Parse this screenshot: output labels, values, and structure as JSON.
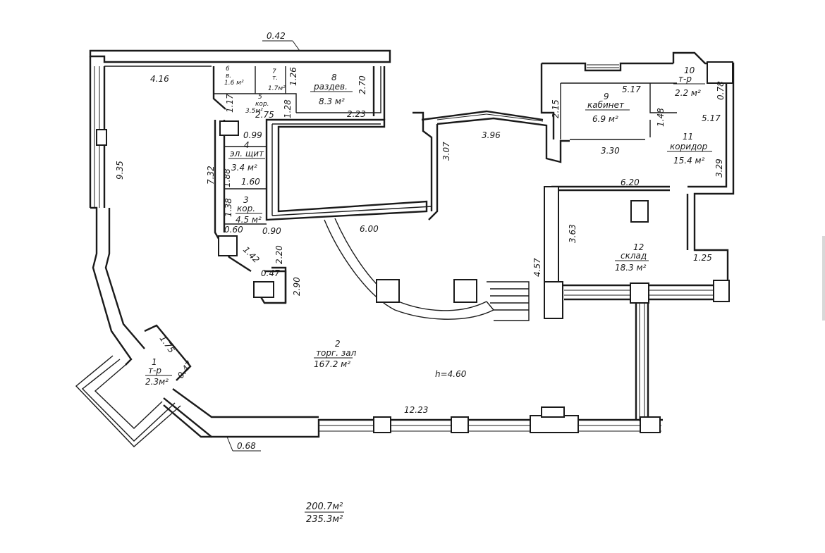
{
  "plan": {
    "rooms": [
      {
        "id": "1",
        "name": "т-р",
        "area": "2.3м²"
      },
      {
        "id": "2",
        "name": "торг. зал",
        "area": "167.2 м²"
      },
      {
        "id": "3",
        "name": "кор.",
        "area": "4.5 м²"
      },
      {
        "id": "4",
        "name": "эл. щит",
        "area": "3.4 м²"
      },
      {
        "id": "5",
        "name": "кор.",
        "area": "3.5м²"
      },
      {
        "id": "6",
        "name": "в.",
        "area": "1.6 м²"
      },
      {
        "id": "7",
        "name": "т.",
        "area": "1.7м²"
      },
      {
        "id": "8",
        "name": "раздев.",
        "area": "8.3 м²"
      },
      {
        "id": "9",
        "name": "кабинет",
        "area": "6.9 м²"
      },
      {
        "id": "10",
        "name": "т-р",
        "area": "2.2 м²"
      },
      {
        "id": "11",
        "name": "коридор",
        "area": "15.4 м²"
      },
      {
        "id": "12",
        "name": "склад",
        "area": "18.3 м²"
      }
    ],
    "dimensions": [
      "0.42",
      "4.16",
      "9.35",
      "1.17",
      "0.99",
      "7.32",
      "1.88",
      "1.60",
      "1.38",
      "0.60",
      "0.90",
      "1.42",
      "2.20",
      "0.47",
      "2.90",
      "2.75",
      "1.28",
      "1.26",
      "2.70",
      "2.23",
      "3.07",
      "3.96",
      "6.00",
      "5.17",
      "2.15",
      "0.78",
      "1.48",
      "5.17",
      "3.30",
      "3.29",
      "6.20",
      "3.63",
      "4.57",
      "1.25",
      "12.23",
      "0.68",
      "1.75",
      "0.47"
    ],
    "ceiling_height": "h=4.60",
    "totals": {
      "top": "200.7м²",
      "bottom": "235.3м²"
    }
  }
}
